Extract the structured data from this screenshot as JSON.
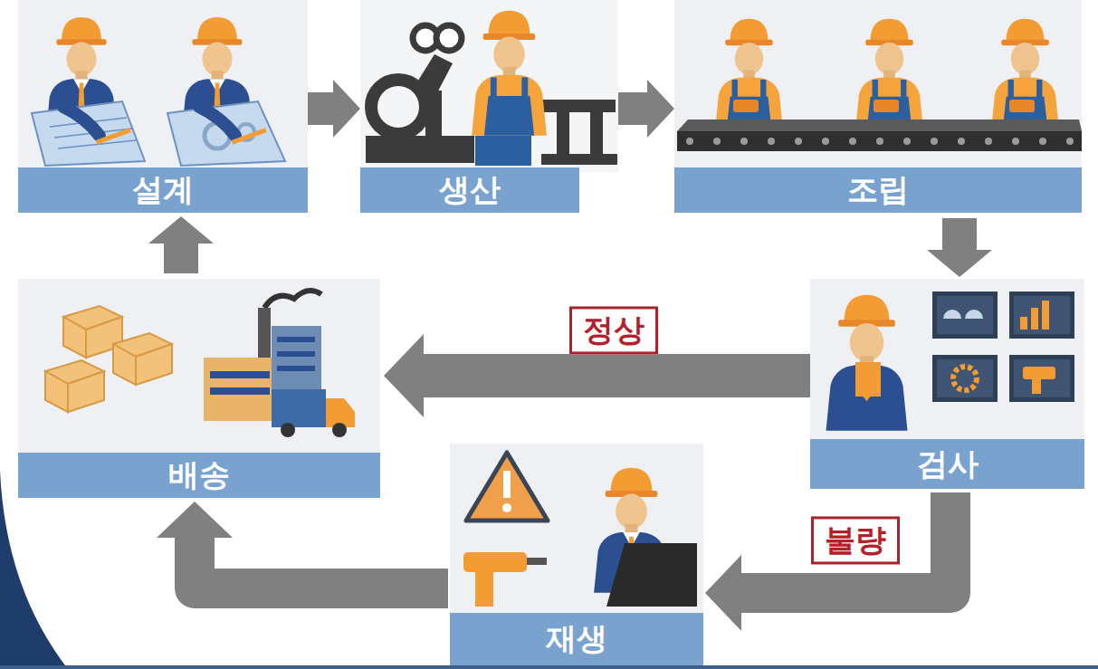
{
  "diagram": {
    "nodes": [
      {
        "text": [
          "설계"
        ]
      },
      {
        "text": [
          "생산"
        ]
      },
      {
        "text": [
          "조립"
        ]
      },
      {
        "text": [
          "배송"
        ]
      },
      {
        "text": [
          "검사"
        ]
      },
      {
        "text": [
          "재생"
        ]
      }
    ],
    "edges": [
      {
        "from": 0,
        "to": 1,
        "arrow": "to"
      },
      {
        "from": 1,
        "to": 2,
        "arrow": "to"
      },
      {
        "from": 2,
        "to": 4,
        "arrow": "to"
      },
      {
        "from": 4,
        "to": 3,
        "label": "정상",
        "arrow": "to"
      },
      {
        "from": 4,
        "to": 5,
        "label": "불량",
        "arrow": "to"
      },
      {
        "from": 5,
        "to": 3,
        "arrow": "to"
      },
      {
        "from": 3,
        "to": 0,
        "arrow": "to"
      }
    ]
  }
}
